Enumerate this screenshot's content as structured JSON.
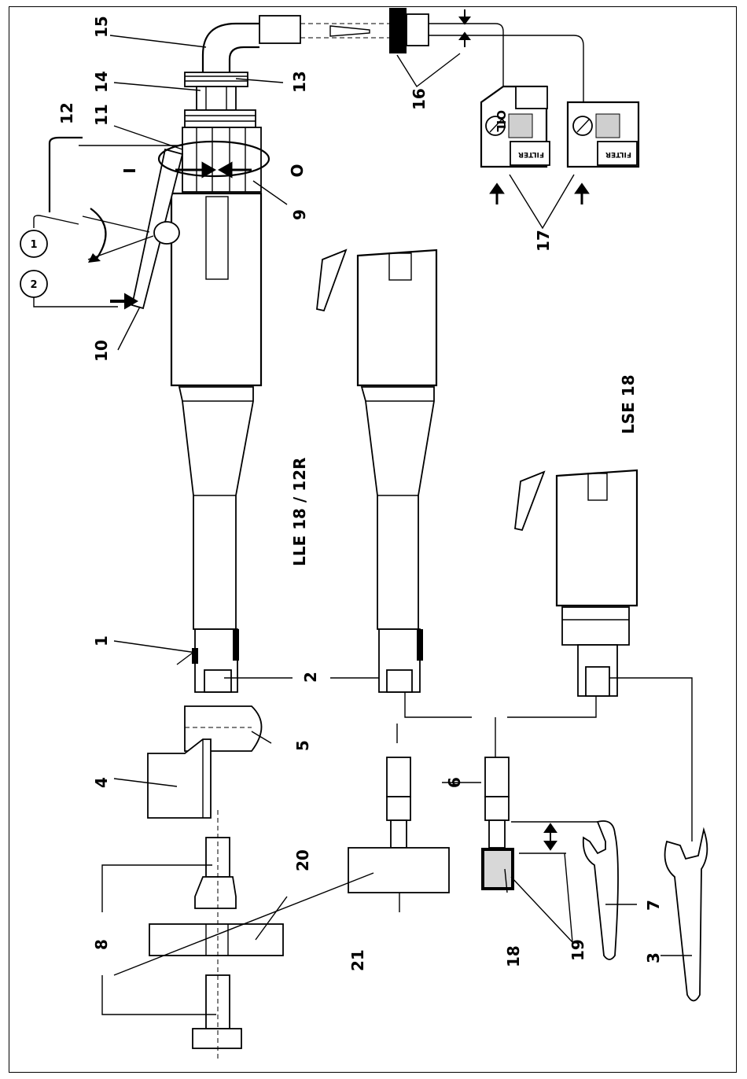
{
  "labels": {
    "n1": "1",
    "n2": "2",
    "n3": "3",
    "n4": "4",
    "n5": "5",
    "n6": "6",
    "n7": "7",
    "n8": "8",
    "n9": "9",
    "n10": "10",
    "n11": "11",
    "n12": "12",
    "n13": "13",
    "n14": "14",
    "n15": "15",
    "n16": "16",
    "n17": "17",
    "n18": "18",
    "n19": "19",
    "n20": "20",
    "n21": "21"
  },
  "circled": {
    "c1": "1",
    "c2": "2"
  },
  "rotation": {
    "in": "I",
    "out": "O"
  },
  "models": {
    "lle": "LLE 18 / 12R",
    "lse": "LSE 18"
  },
  "units": {
    "oil": "OIL",
    "filter_a": "FILTER",
    "filter_b": "FILTER"
  }
}
